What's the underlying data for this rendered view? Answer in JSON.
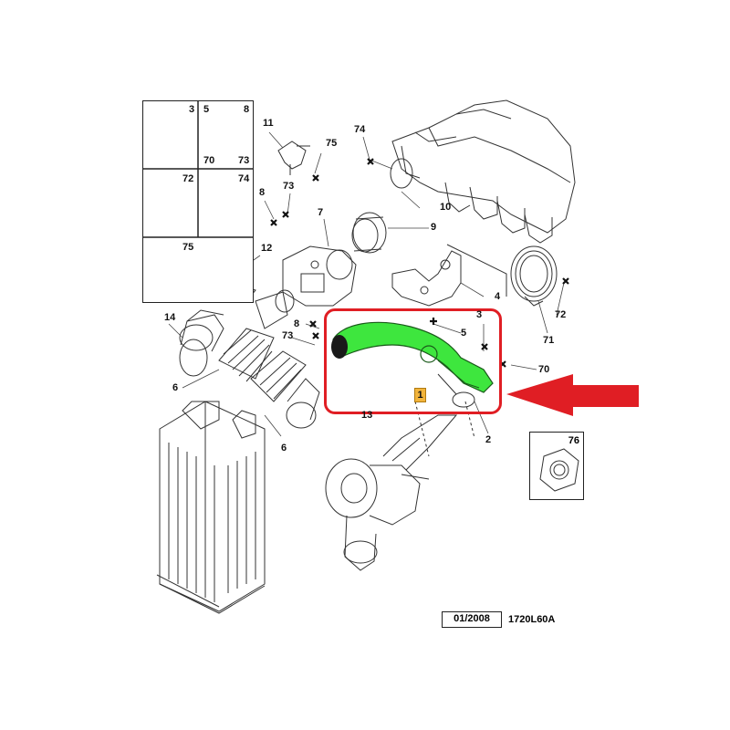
{
  "legend": {
    "cells": [
      {
        "labels": [
          "3"
        ]
      },
      {
        "labels": [
          "5",
          "8",
          "70",
          "73"
        ]
      },
      {
        "labels": [
          "72"
        ]
      },
      {
        "labels": [
          "74"
        ]
      },
      {
        "labels": [
          "75"
        ]
      }
    ]
  },
  "callouts": {
    "n1": "1",
    "n2": "2",
    "n3": "3",
    "n4": "4",
    "n5": "5",
    "n6a": "6",
    "n6b": "6",
    "n7": "7",
    "n8a": "8",
    "n8b": "8",
    "n9": "9",
    "n10": "10",
    "n11": "11",
    "n12": "12",
    "n13": "13",
    "n14": "14",
    "n70": "70",
    "n71": "71",
    "n72": "72",
    "n73a": "73",
    "n73b": "73",
    "n74": "74",
    "n75": "75",
    "n76": "76"
  },
  "highlight": {
    "color": "#e01e24",
    "part_color": "#3ee63e"
  },
  "footer": {
    "date": "01/2008",
    "ref": "1720L60A"
  }
}
